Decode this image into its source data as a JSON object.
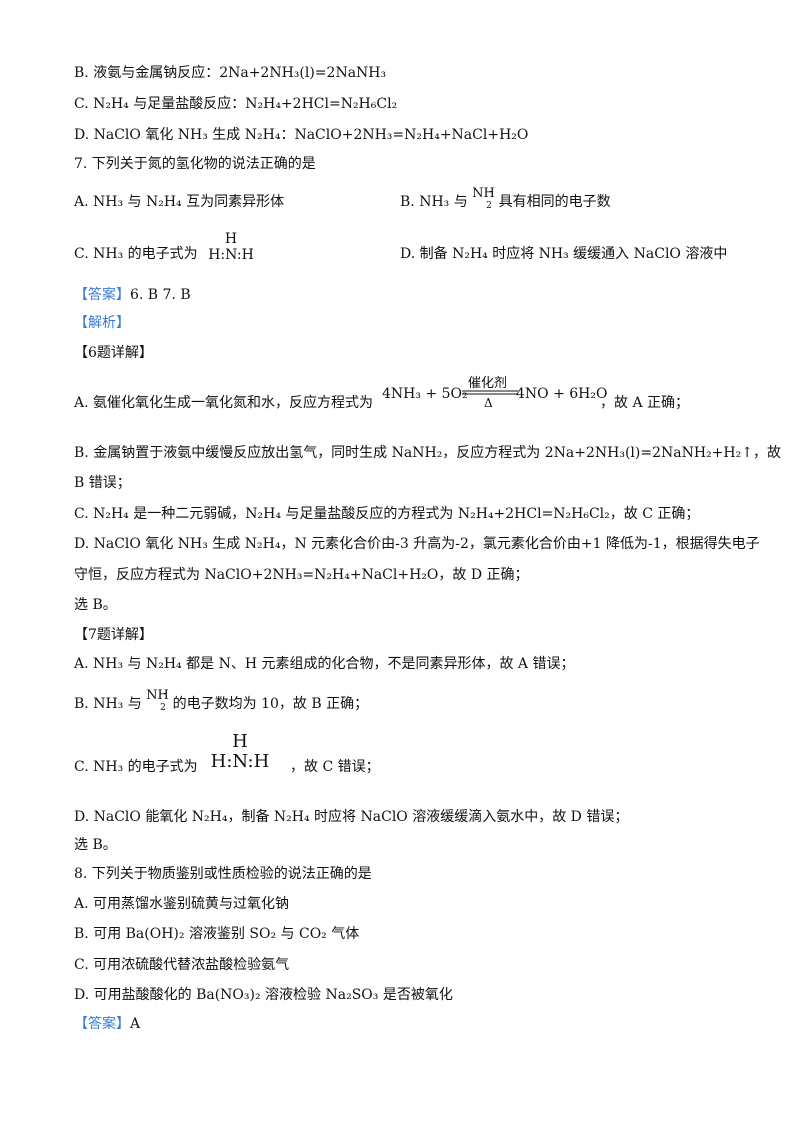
{
  "q6": {
    "optB": "B.  液氨与金属钠反应：2Na+2NH₃(l)=2NaNH₃",
    "optC": "C.  N₂H₄ 与足量盐酸反应：N₂H₄+2HCl=N₂H₆Cl₂",
    "optD": "D.  NaClO 氧化 NH₃ 生成 N₂H₄：NaClO+2NH₃=N₂H₄+NaCl+H₂O"
  },
  "q7": {
    "stem": "7.  下列关于氮的氢化物的说法正确的是",
    "optA": "A.  NH₃ 与 N₂H₄ 互为同素异形体",
    "optB_pre": "B.  NH₃ 与",
    "optB_post": "具有相同的电子数",
    "optC_pre": "C.  NH₃ 的电子式为",
    "optD": "D.  制备 N₂H₄ 时应将 NH₃ 缓缓通入 NaClO 溶液中"
  },
  "ion": {
    "base": "NH",
    "sub": "2",
    "charge": "-"
  },
  "lewis": {
    "top": "H",
    "row": "H:N:H"
  },
  "answer1": {
    "tag": "【答案】",
    "text": "6. B      7. B"
  },
  "analysis": {
    "tag": "【解析】"
  },
  "q6detail": {
    "head": "【6题详解】",
    "a_pre": "A.  氨催化氧化生成一氧化氮和水，反应方程式为",
    "a_left": "4NH₃ + 5O₂",
    "a_cat": "催化剂",
    "a_cond": "Δ",
    "a_right": "4NO + 6H₂O",
    "a_post": "，故 A 正确；",
    "b1": "B.  金属钠置于液氨中缓慢反应放出氢气，同时生成 NaNH₂，反应方程式为 2Na+2NH₃(l)=2NaNH₂+H₂↑，故",
    "b2": "B 错误；",
    "c": "C.  N₂H₄ 是一种二元弱碱，N₂H₄ 与足量盐酸反应的方程式为 N₂H₄+2HCl=N₂H₆Cl₂，故 C 正确；",
    "d1": "D.  NaClO 氧化 NH₃ 生成 N₂H₄，N 元素化合价由-3 升高为-2，氯元素化合价由+1 降低为-1，根据得失电子",
    "d2": "守恒，反应方程式为 NaClO+2NH₃=N₂H₄+NaCl+H₂O，故 D 正确；",
    "choose": "选 B。"
  },
  "q7detail": {
    "head": "【7题详解】",
    "a": "A.  NH₃ 与 N₂H₄ 都是 N、H 元素组成的化合物，不是同素异形体，故 A 错误；",
    "b_pre": "B.  NH₃ 与",
    "b_post": "的电子数均为 10，故 B 正确；",
    "c_pre": "C.  NH₃ 的电子式为",
    "c_post": "，故 C 错误；",
    "d": "D.  NaClO 能氧化 N₂H₄，制备 N₂H₄ 时应将 NaClO 溶液缓缓滴入氨水中，故 D 错误；",
    "choose": "选 B。"
  },
  "q8": {
    "stem": "8.  下列关于物质鉴别或性质检验的说法正确的是",
    "optA": "A.  可用蒸馏水鉴别硫黄与过氧化钠",
    "optB": "B.  可用 Ba(OH)₂ 溶液鉴别 SO₂ 与 CO₂ 气体",
    "optC": "C.  可用浓硫酸代替浓盐酸检验氨气",
    "optD": "D.  可用盐酸酸化的 Ba(NO₃)₂ 溶液检验 Na₂SO₃ 是否被氧化"
  },
  "answer2": {
    "tag": "【答案】",
    "text": "A"
  }
}
